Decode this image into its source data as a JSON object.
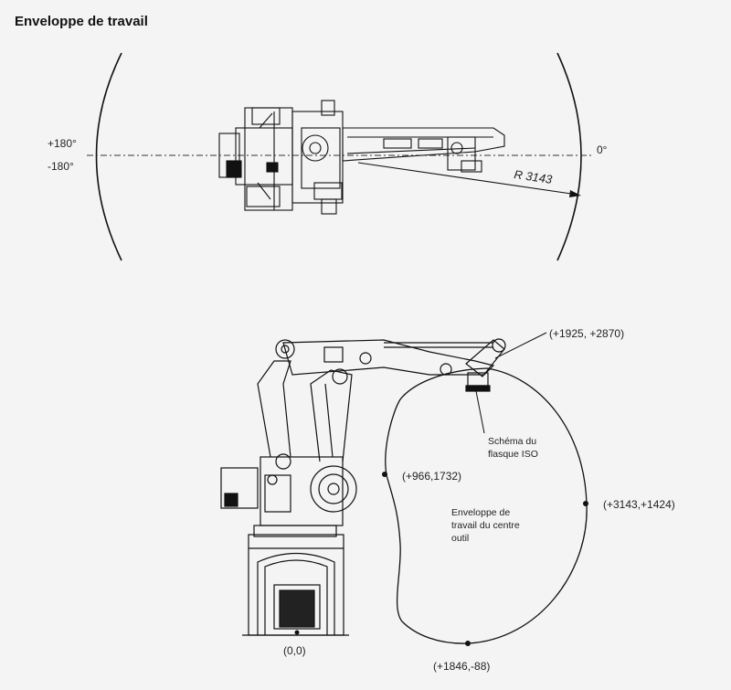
{
  "title": "Enveloppe de travail",
  "top_view": {
    "angle_left_top": "+180°",
    "angle_left_bottom": "-180°",
    "angle_right": "0°",
    "radius_label": "R 3143"
  },
  "side_view": {
    "point_top": "(+1925, +2870)",
    "flange_label_line1": "Schéma du",
    "flange_label_line2": "flasque ISO",
    "point_left": "(+966,1732)",
    "envelope_line1": "Enveloppe de",
    "envelope_line2": "travail du centre",
    "envelope_line3": "outil",
    "point_right": "(+3143,+1424)",
    "origin": "(0,0)",
    "point_bottom": "(+1846,-88)"
  }
}
